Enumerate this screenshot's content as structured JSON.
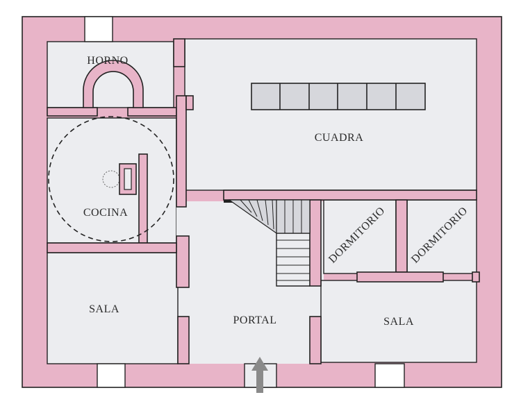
{
  "colors": {
    "wall": "#e8b4c8",
    "floor": "#ecedf0",
    "outline": "#222222",
    "arrow": "#8a8a8a"
  },
  "rooms": {
    "horno": "HORNO",
    "cuadra": "CUADRA",
    "cocina": "COCINA",
    "dormitorio_1": "DORMITORIO",
    "dormitorio_2": "DORMITORIO",
    "sala_left": "SALA",
    "portal": "PORTAL",
    "sala_right": "SALA"
  }
}
